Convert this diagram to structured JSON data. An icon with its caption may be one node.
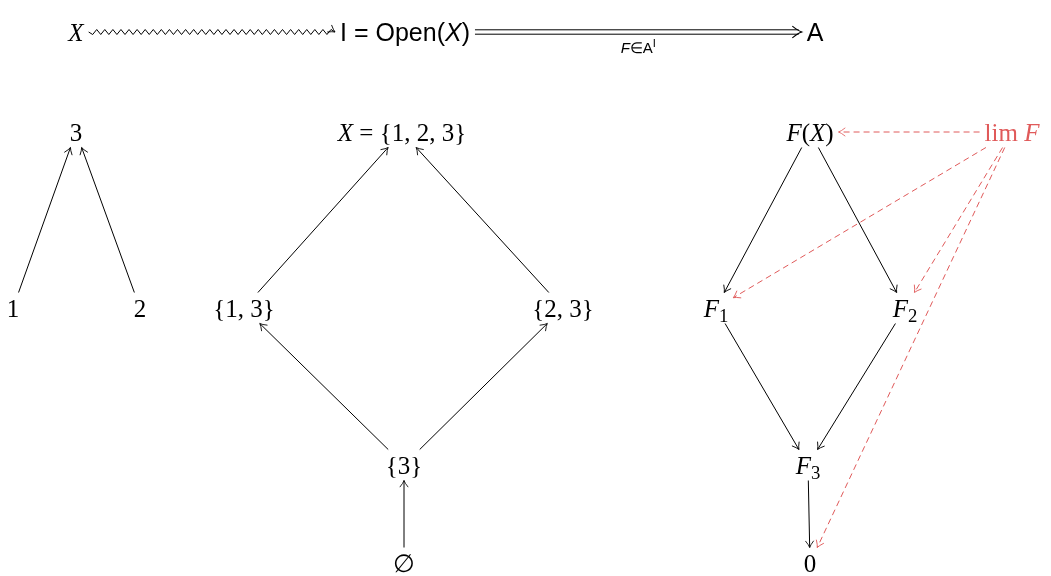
{
  "diagram": {
    "nodes": [
      {
        "text": [
          "X"
        ]
      },
      {
        "text": [
          "I = Open(*X*)"
        ]
      },
      {
        "text": [
          "A"
        ]
      },
      {
        "text": [
          "3"
        ]
      },
      {
        "text": [
          "1"
        ]
      },
      {
        "text": [
          "2"
        ]
      },
      {
        "text": [
          "*X* = {1, 2, 3}"
        ]
      },
      {
        "text": [
          "{1, 3}"
        ]
      },
      {
        "text": [
          "{2, 3}"
        ]
      },
      {
        "text": [
          "{3}"
        ]
      },
      {
        "text": [
          "∅"
        ]
      },
      {
        "text": [
          "*F*(*X*)"
        ]
      },
      {
        "text": [
          "lim *F*"
        ]
      },
      {
        "text": [
          "*F*$_{1}$"
        ]
      },
      {
        "text": [
          "*F*$_{2}$"
        ]
      },
      {
        "text": [
          "*F*$_{3}$"
        ]
      },
      {
        "text": [
          "0"
        ]
      }
    ],
    "edges": [
      {
        "from": 0,
        "to": 1,
        "arrow": "to"
      },
      {
        "from": 1,
        "to": 2,
        "arrow": "to",
        "label": "*F*∈A$^{I}$"
      },
      {
        "from": 4,
        "to": 3,
        "arrow": "to"
      },
      {
        "from": 5,
        "to": 3,
        "arrow": "to"
      },
      {
        "from": 7,
        "to": 6,
        "arrow": "to"
      },
      {
        "from": 8,
        "to": 6,
        "arrow": "to"
      },
      {
        "from": 9,
        "to": 7,
        "arrow": "to"
      },
      {
        "from": 9,
        "to": 8,
        "arrow": "to"
      },
      {
        "from": 10,
        "to": 9,
        "arrow": "to"
      },
      {
        "from": 11,
        "to": 13,
        "arrow": "to"
      },
      {
        "from": 11,
        "to": 14,
        "arrow": "to"
      },
      {
        "from": 13,
        "to": 15,
        "arrow": "to"
      },
      {
        "from": 14,
        "to": 15,
        "arrow": "to"
      },
      {
        "from": 15,
        "to": 16,
        "arrow": "to"
      },
      {
        "from": 12,
        "to": 11,
        "arrow": "to",
        "style": "dashed",
        "color": "#e05a5a"
      },
      {
        "from": 12,
        "to": 13,
        "arrow": "to",
        "style": "dashed",
        "color": "#e05a5a"
      },
      {
        "from": 12,
        "to": 14,
        "arrow": "to",
        "style": "dashed",
        "color": "#e05a5a"
      },
      {
        "from": 12,
        "to": 16,
        "arrow": "to",
        "style": "dashed",
        "color": "#e05a5a"
      }
    ]
  }
}
